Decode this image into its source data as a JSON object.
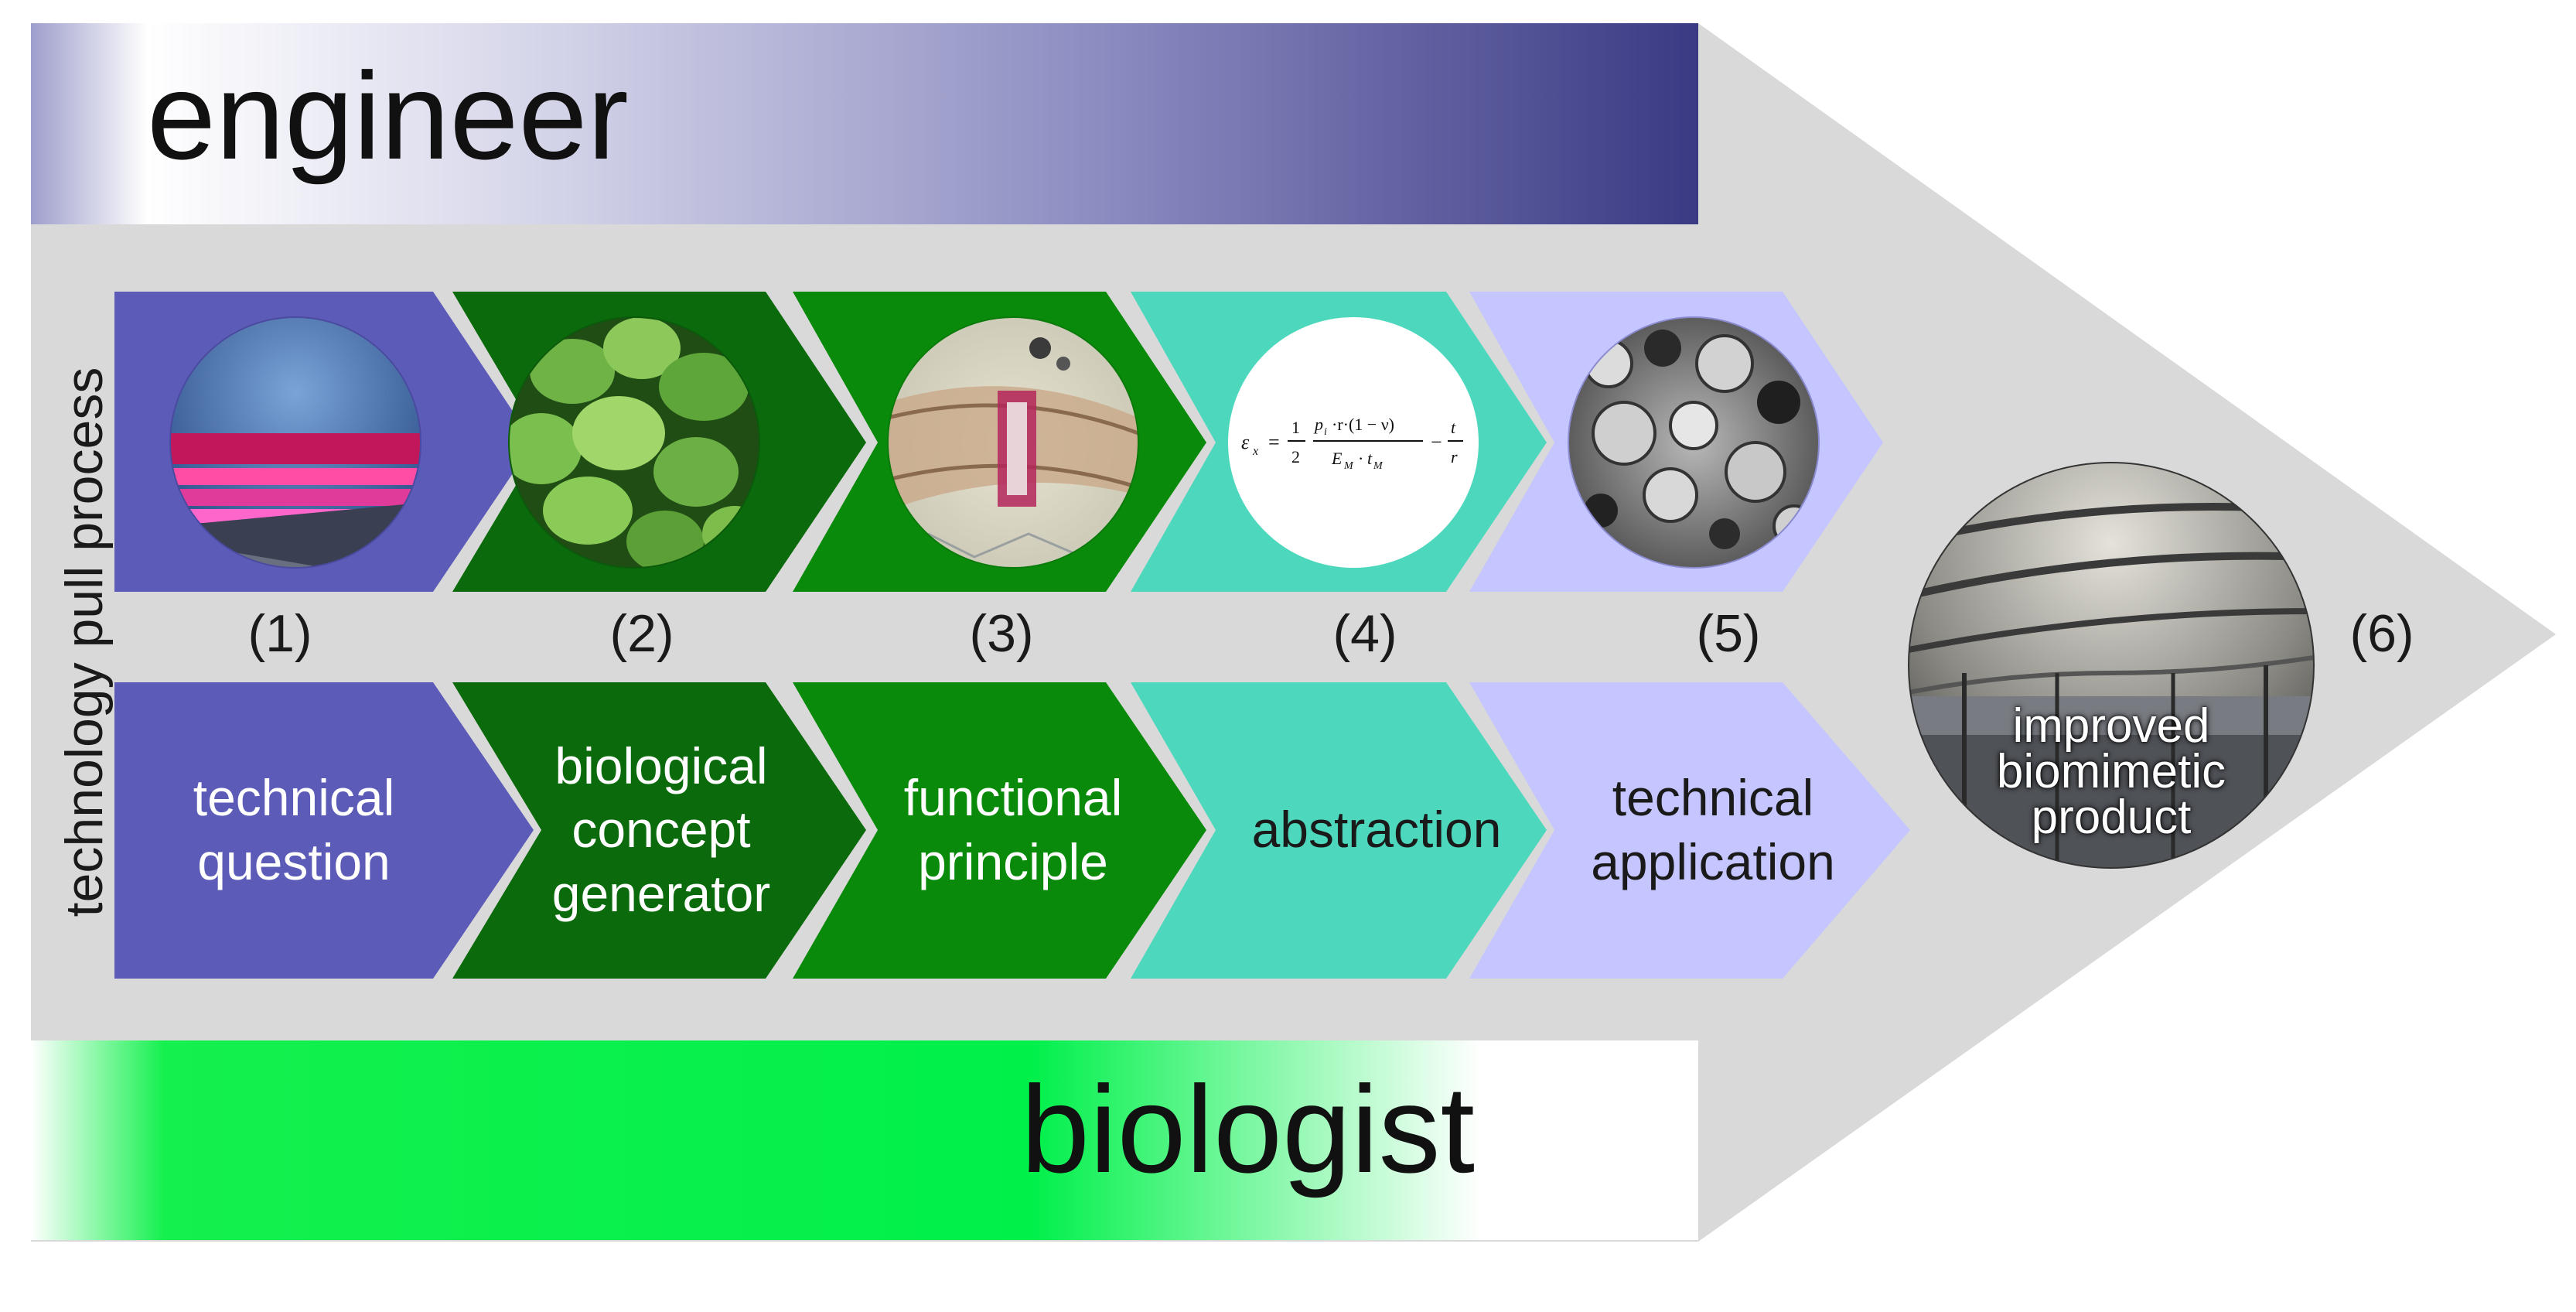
{
  "banners": {
    "engineer": "engineer",
    "biologist": "biologist"
  },
  "side_label": "technology pull process",
  "steps": [
    {
      "number": "(1)",
      "label": "technical\nquestion",
      "image": "illuminated-building-photo",
      "color": "#5c5cb8"
    },
    {
      "number": "(2)",
      "label": "biological\nconcept\ngenerator",
      "image": "leaves-photo",
      "color": "#0b6a0b"
    },
    {
      "number": "(3)",
      "label": "functional\nprinciple",
      "image": "micrograph-cross-section",
      "color": "#0a8a0a"
    },
    {
      "number": "(4)",
      "label": "abstraction",
      "image": "strain-formula",
      "color": "#4dd8bd"
    },
    {
      "number": "(5)",
      "label": "technical\napplication",
      "image": "foam-sem-image",
      "color": "#c5c5ff"
    }
  ],
  "final_step": {
    "number": "(6)",
    "label": "improved\nbiomimetic\nproduct",
    "image": "membrane-roof-photo"
  },
  "colors": {
    "arrow": "#d9d9d9",
    "engineer_banner": "#3d3d85",
    "biologist_banner": "#00ee44"
  }
}
